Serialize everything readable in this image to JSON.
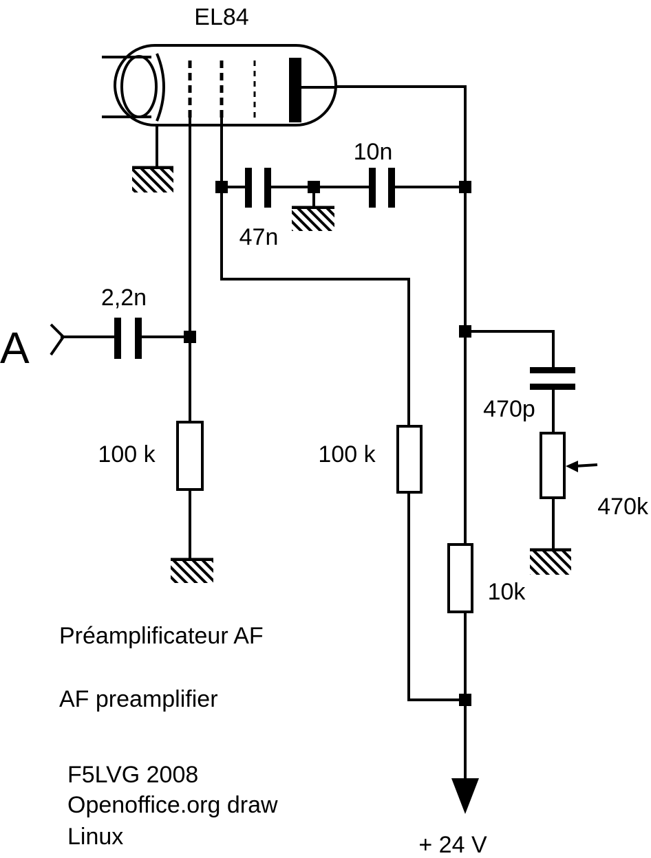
{
  "tube": {
    "label": "EL84"
  },
  "components": {
    "c_input": "2,2n",
    "c_screen": "47n",
    "c_anode": "10n",
    "c_tone": "470p",
    "r_grid": "100 k",
    "r_screen": "100 k",
    "r_anode": "10k",
    "pot_tone": "470k"
  },
  "input_label": "A",
  "supply_label": "+ 24 V",
  "title_fr": "Préamplificateur AF",
  "title_en": "AF preamplifier",
  "credits": {
    "author": "F5LVG 2008",
    "tool": "Openoffice.org draw",
    "os": "Linux"
  }
}
